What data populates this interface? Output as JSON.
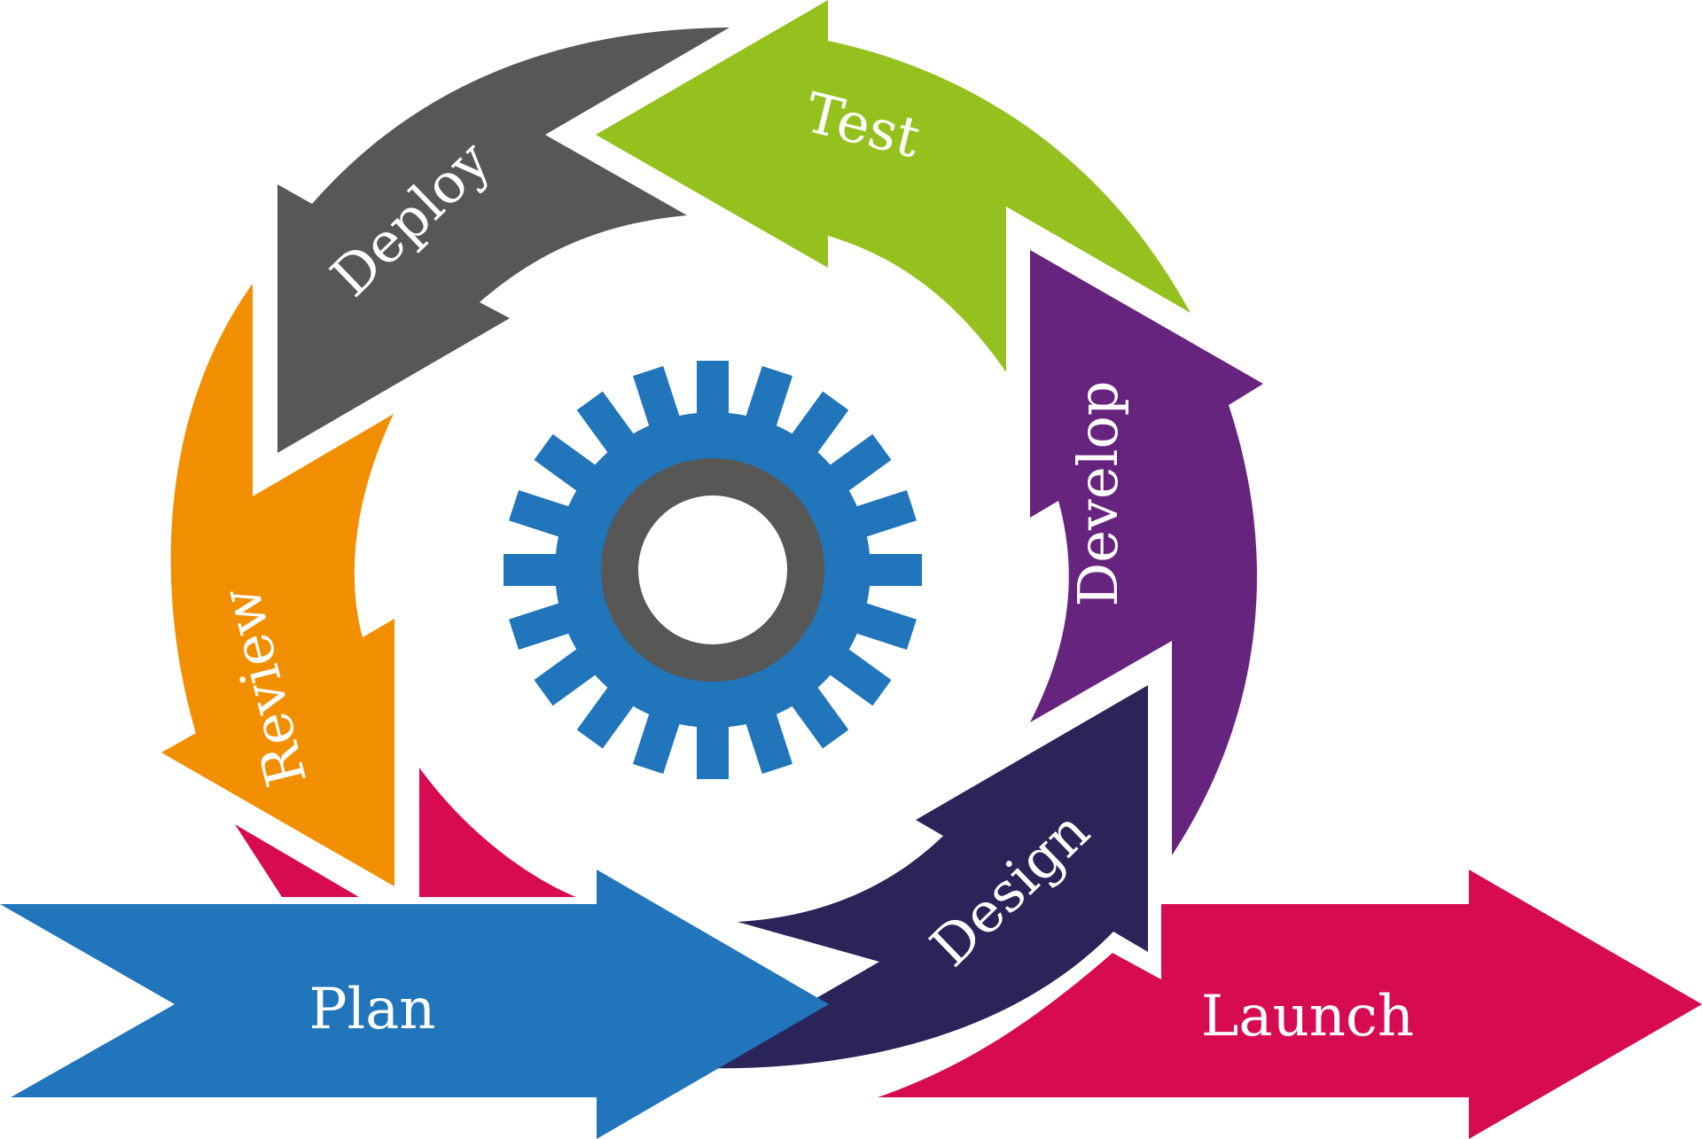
{
  "diagram": {
    "stages": {
      "plan": "Plan",
      "design": "Design",
      "develop": "Develop",
      "test": "Test",
      "deploy": "Deploy",
      "review": "Review",
      "launch": "Launch"
    },
    "colors": {
      "plan": "#2175ba",
      "design": "#2b2459",
      "develop": "#67247e",
      "test": "#95c11f",
      "deploy": "#575756",
      "review": "#f18f00",
      "launch": "#d60b52",
      "gear_outer": "#2175ba",
      "gear_ring": "#575756"
    },
    "center_icon": "gear-icon"
  }
}
